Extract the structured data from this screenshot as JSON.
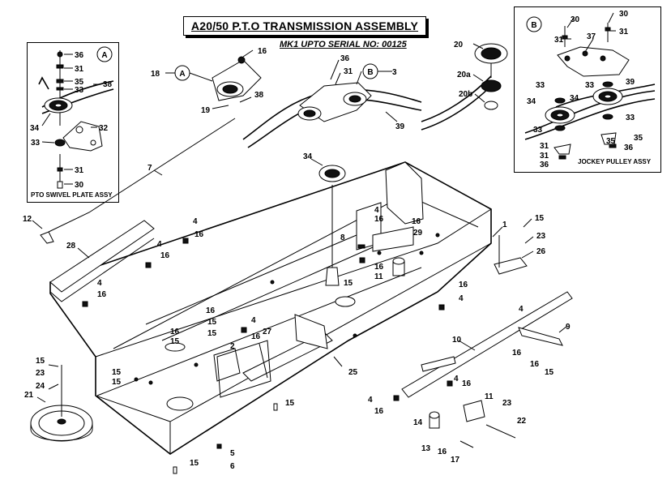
{
  "title": "A20/50 P.T.O TRANSMISSION ASSEMBLY",
  "subtitle": "MK1 UPTO SERIAL NO: 00125",
  "insets": {
    "a": {
      "marker": "A",
      "caption": "PTO SWIVEL PLATE ASSY",
      "labels": [
        "36",
        "31",
        "35",
        "33",
        "38",
        "34",
        "32",
        "33",
        "31",
        "30"
      ]
    },
    "b": {
      "marker": "B",
      "caption": "JOCKEY PULLEY ASSY",
      "labels": [
        "30",
        "31",
        "30",
        "31",
        "37",
        "33",
        "33",
        "39",
        "34",
        "34",
        "33",
        "33",
        "31",
        "35",
        "31",
        "36",
        "36",
        "35"
      ]
    }
  },
  "ref_markers": {
    "a": "A",
    "b": "B"
  },
  "callouts": [
    "16",
    "18",
    "19",
    "38",
    "36",
    "31",
    "3",
    "39",
    "20",
    "20a",
    "20b",
    "7",
    "34",
    "12",
    "28",
    "4",
    "16",
    "4",
    "16",
    "4",
    "16",
    "16",
    "15",
    "16",
    "15",
    "4",
    "16",
    "27",
    "2",
    "25",
    "4",
    "16",
    "8",
    "29",
    "16",
    "11",
    "15",
    "16",
    "1",
    "15",
    "23",
    "26",
    "16",
    "4",
    "4",
    "10",
    "9",
    "16",
    "16",
    "15",
    "15",
    "23",
    "24",
    "21",
    "15",
    "15",
    "4",
    "16",
    "4",
    "16",
    "11",
    "23",
    "14",
    "13",
    "16",
    "22",
    "17",
    "5",
    "6",
    "15",
    "15",
    "15"
  ]
}
